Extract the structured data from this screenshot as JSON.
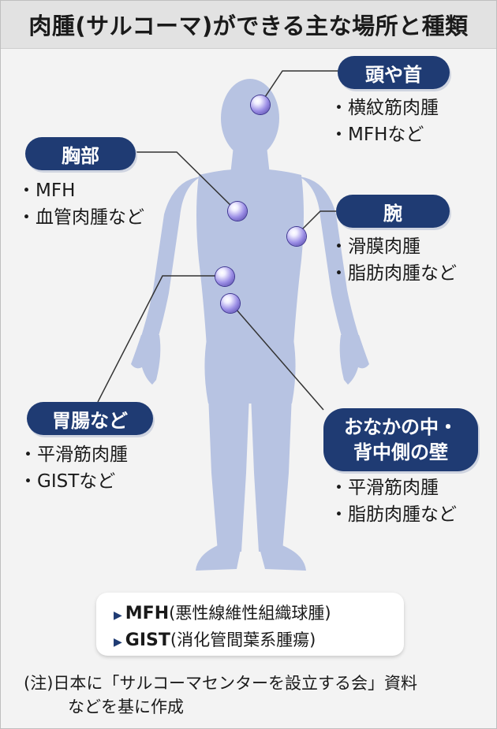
{
  "title": "肉腫(サルコーマ)ができる主な場所と種類",
  "regions": [
    {
      "key": "head",
      "label": "頭や首",
      "items": [
        "横紋筋肉腫",
        "MFHなど"
      ]
    },
    {
      "key": "chest",
      "label": "胸部",
      "items": [
        "MFH",
        "血管肉腫など"
      ]
    },
    {
      "key": "arm",
      "label": "腕",
      "items": [
        "滑膜肉腫",
        "脂肪肉腫など"
      ]
    },
    {
      "key": "gut",
      "label": "胃腸など",
      "items": [
        "平滑筋肉腫",
        "GISTなど"
      ]
    },
    {
      "key": "abdomen",
      "label_lines": [
        "おなかの中・",
        "背中側の壁"
      ],
      "items": [
        "平滑筋肉腫",
        "脂肪肉腫など"
      ]
    }
  ],
  "legend": [
    {
      "abbr": "MFH",
      "desc": "(悪性線維性組織球腫)"
    },
    {
      "abbr": "GIST",
      "desc": "(消化管間葉系腫瘍)"
    }
  ],
  "note": {
    "line1": "(注)日本に「サルコーマセンターを設立する会」資料",
    "line2": "などを基に作成"
  },
  "colors": {
    "pill": "#1f3b73",
    "body": "#b7c3e2",
    "tumor": "#6a5cc7"
  }
}
